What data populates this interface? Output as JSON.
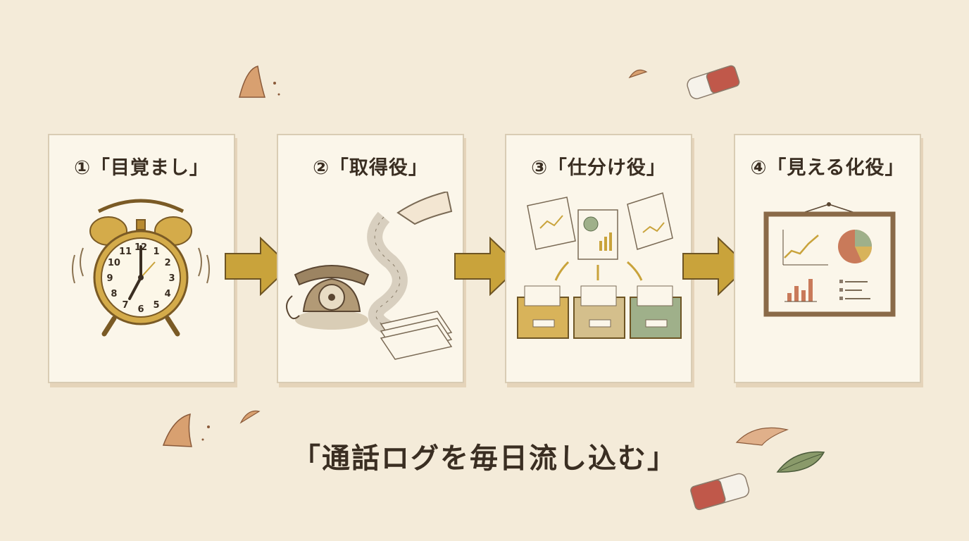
{
  "steps": [
    {
      "title": "①「目覚まし」",
      "icon": "alarm-clock-icon"
    },
    {
      "title": "②「取得役」",
      "icon": "telephone-log-icon"
    },
    {
      "title": "③「仕分け役」",
      "icon": "sorting-trays-icon"
    },
    {
      "title": "④「見える化役」",
      "icon": "dashboard-board-icon"
    }
  ],
  "caption": "「通話ログを毎日流し込む」",
  "clock": {
    "numerals": [
      "12",
      "1",
      "2",
      "3",
      "4",
      "5",
      "6",
      "7",
      "8",
      "9",
      "10",
      "11"
    ]
  },
  "colors": {
    "background": "#f4ebd9",
    "card": "#fbf6ea",
    "arrow": "#c9a33b",
    "ink": "#3a2e22",
    "tray_yellow": "#d8b35a",
    "tray_tan": "#d4bf8c",
    "tray_green": "#9fb08a"
  }
}
